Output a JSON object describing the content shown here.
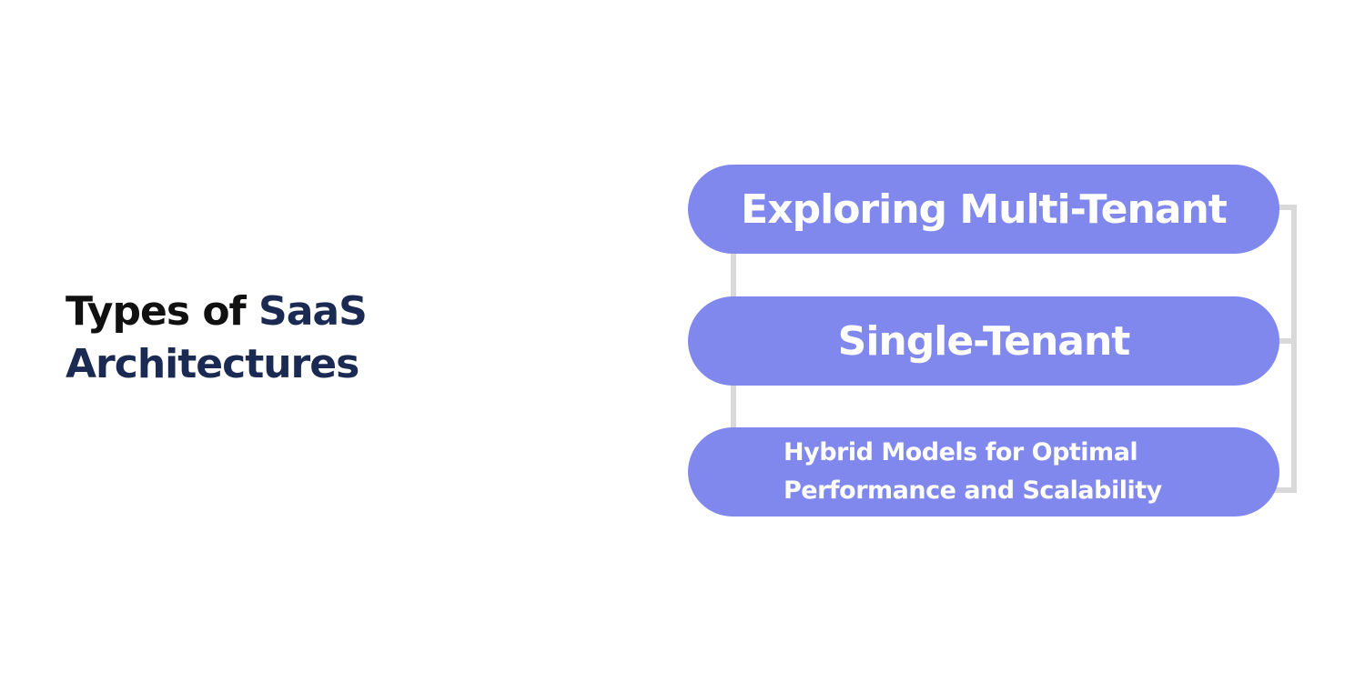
{
  "title": {
    "line1_plain": "Types of ",
    "line1_accent": "SaaS",
    "line2_accent": "Architectures"
  },
  "diagram": {
    "items": [
      {
        "label": "Exploring Multi-Tenant"
      },
      {
        "label": "Single-Tenant"
      },
      {
        "label_line1": "Hybrid Models for Optimal",
        "label_line2": "Performance and Scalability"
      }
    ]
  },
  "colors": {
    "pill_fill": "#8088ed",
    "pill_text": "#ffffff",
    "title_dark": "#111111",
    "title_accent": "#1b2a52",
    "connector": "#d9d9d9"
  }
}
